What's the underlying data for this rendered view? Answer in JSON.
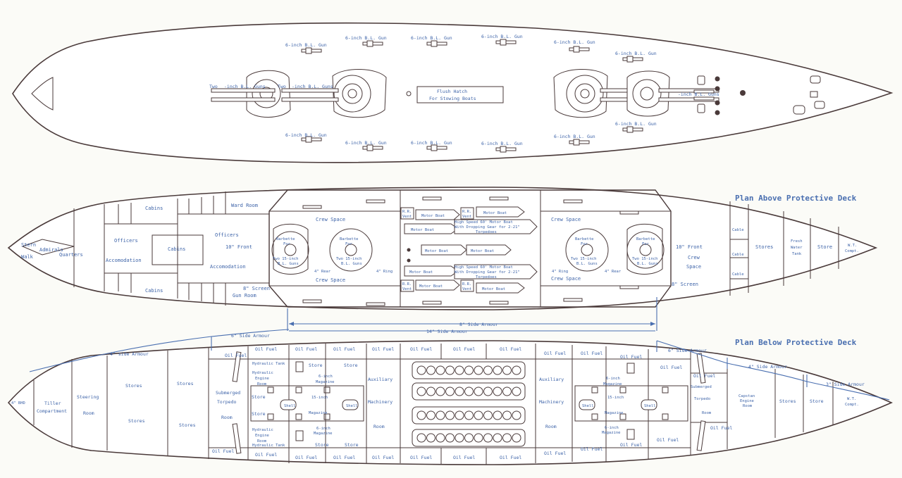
{
  "titles": {
    "above": "Plan Above Protective Deck",
    "below": "Plan Below Protective Deck"
  },
  "upper_deck": {
    "gun_6in": "6-inch B.L. Gun",
    "two": "Two",
    "inch_bl_guns": "-inch B.L. Guns",
    "two_b": "Two",
    "inch_bl_guns_b": "-inch B.L. Guns",
    "inch_bl_guns_c": "-inch B.L. Guns",
    "flush_hatch": "Flush Hatch",
    "for_stowing": "For Stowing Boats"
  },
  "protective": {
    "stern": "Stern",
    "walk": "Walk",
    "admirals": "Admirals",
    "quarters": "Quarters",
    "officers": "Officers",
    "accomodation": "Accomodation",
    "cabins": "Cabins",
    "ward_room": "Ward Room",
    "gun_room": "Gun Room",
    "front_10": "10\" Front",
    "screen_8": "8\" Screen",
    "crew_space": "Crew Space",
    "crew": "Crew",
    "space": "Space",
    "barbette": "Barbette",
    "for": "For",
    "two_15": "Two 15-inch",
    "bl_guns": "B.L. Guns",
    "rear_4": "4\" Rear",
    "ring_4": "4\" Ring",
    "motor_boat": "Motor Boat",
    "hs_line1": "High Speed 60' Motor Boat",
    "hs_line2": "With Dropping Gear for 2-21\"",
    "hs_line3": "Torpedoes",
    "rr": "R.R.",
    "vent": "Vent",
    "cable": "Cable",
    "stores": "Stores",
    "fresh": "Fresh",
    "water": "Water",
    "tank": "Tank",
    "store": "Store",
    "wt": "W.T.",
    "compt": "Compt.",
    "armour_8": "8\" Side Armour",
    "armour_14": "14\" Side Armour"
  },
  "lower": {
    "armour_6": "6\" Side Armour",
    "armour_4": "4\" side Armour",
    "armour_6b": "6\" Side Armour",
    "armour_4b": "4\" Side Armour",
    "armour_3": "3\" Side Armour",
    "bhd": "4\" BHD",
    "tiller": "Tiller",
    "compartment": "Compartment",
    "steering": "Steering",
    "room": "Room",
    "stores": "Stores",
    "submerged": "Submerged",
    "torpedo": "Torpedo",
    "oil_fuel": "Oil Fuel",
    "hyd_tank": "Hydraulic Tank",
    "hydraulic": "Hydraulic",
    "engine": "Engine",
    "store": "Store",
    "inch6": "6-inch",
    "magazine": "Magazine",
    "inch15": "15-inch",
    "shell": "Shell",
    "auxiliary": "Auxiliary",
    "machinery": "Machinery",
    "capstan": "Capstan",
    "wt": "W.T.",
    "compt": "Compt."
  }
}
